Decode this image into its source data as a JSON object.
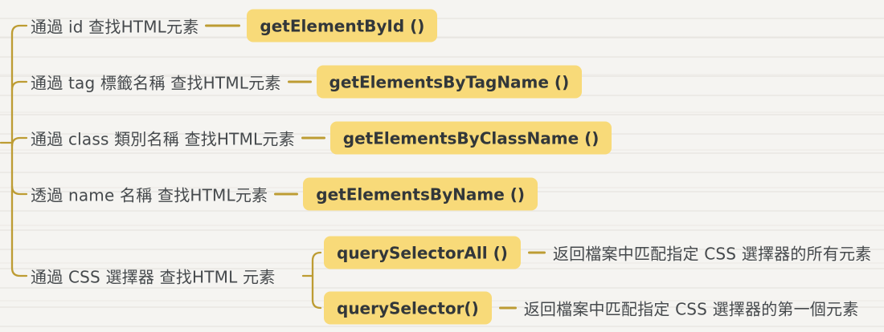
{
  "title": "查找 HTML 元素方法 (DOM selection mind map)",
  "palette": {
    "line_gold": "#bd9c33",
    "chip_background": "#f8da79",
    "chip_text": "#32373a",
    "label_text": "#45494c",
    "paper_background": "#f5f4f1"
  },
  "branches": [
    {
      "label": "通過 id 查找HTML元素",
      "method": "getElementById ()"
    },
    {
      "label": "通過 tag 標籤名稱 查找HTML元素",
      "method": "getElementsByTagName ()"
    },
    {
      "label": "通過 class 類別名稱 查找HTML元素",
      "method": "getElementsByClassName ()"
    },
    {
      "label": "透過 name 名稱 查找HTML元素",
      "method": "getElementsByName ()"
    },
    {
      "label": "通過 CSS 選擇器 查找HTML 元素",
      "children": [
        {
          "method": "querySelectorAll ()",
          "description": "返回檔案中匹配指定 CSS 選擇器的所有元素"
        },
        {
          "method": "querySelector()",
          "description": "返回檔案中匹配指定 CSS 選擇器的第一個元素"
        }
      ]
    }
  ]
}
